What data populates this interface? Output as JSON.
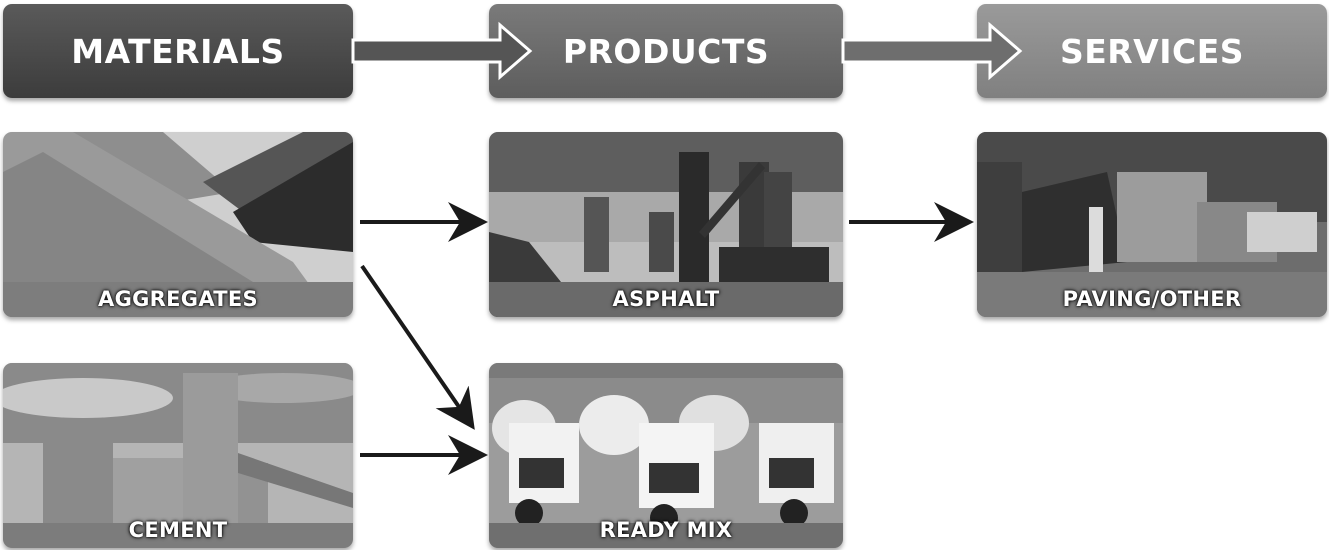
{
  "headers": {
    "materials": "MATERIALS",
    "products": "PRODUCTS",
    "services": "SERVICES"
  },
  "cards": {
    "aggregates": "AGGREGATES",
    "asphalt": "ASPHALT",
    "paving": "PAVING/OTHER",
    "cement": "CEMENT",
    "ready_mix": "READY MIX"
  }
}
